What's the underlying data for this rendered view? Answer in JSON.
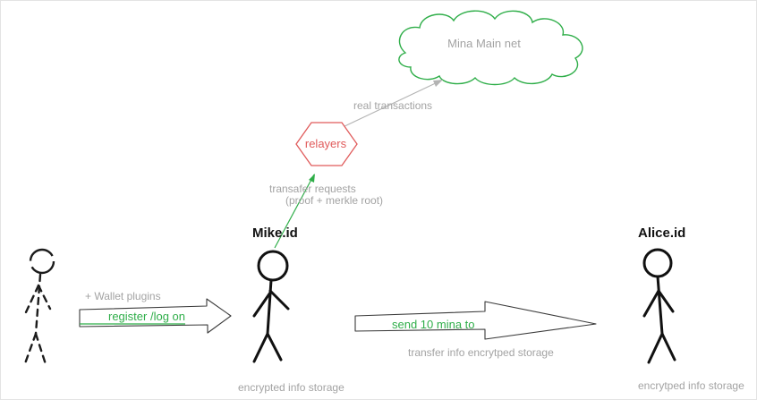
{
  "colors": {
    "green": "#2fae49",
    "red": "#e05b5b",
    "gray": "#a3a3a3",
    "black": "#111111"
  },
  "cloud": {
    "label": "Mina Main net"
  },
  "relayers": {
    "label": "relayers"
  },
  "flows": {
    "real_transactions_label": "real transactions",
    "transfer_requests_label": "transafer requests",
    "transfer_requests_sublabel": "(proof + merkle root)",
    "wallet_plugins_label": "+ Wallet plugins",
    "register_label": "register /log on",
    "send_label": "send 10 mina to",
    "transfer_info_label": "transfer info encrytped  storage"
  },
  "actors": {
    "mike": {
      "name": "Mike.id",
      "storage_label": "encrypted info storage"
    },
    "alice": {
      "name": "Alice.id",
      "storage_label": "encrytped info storage"
    }
  }
}
